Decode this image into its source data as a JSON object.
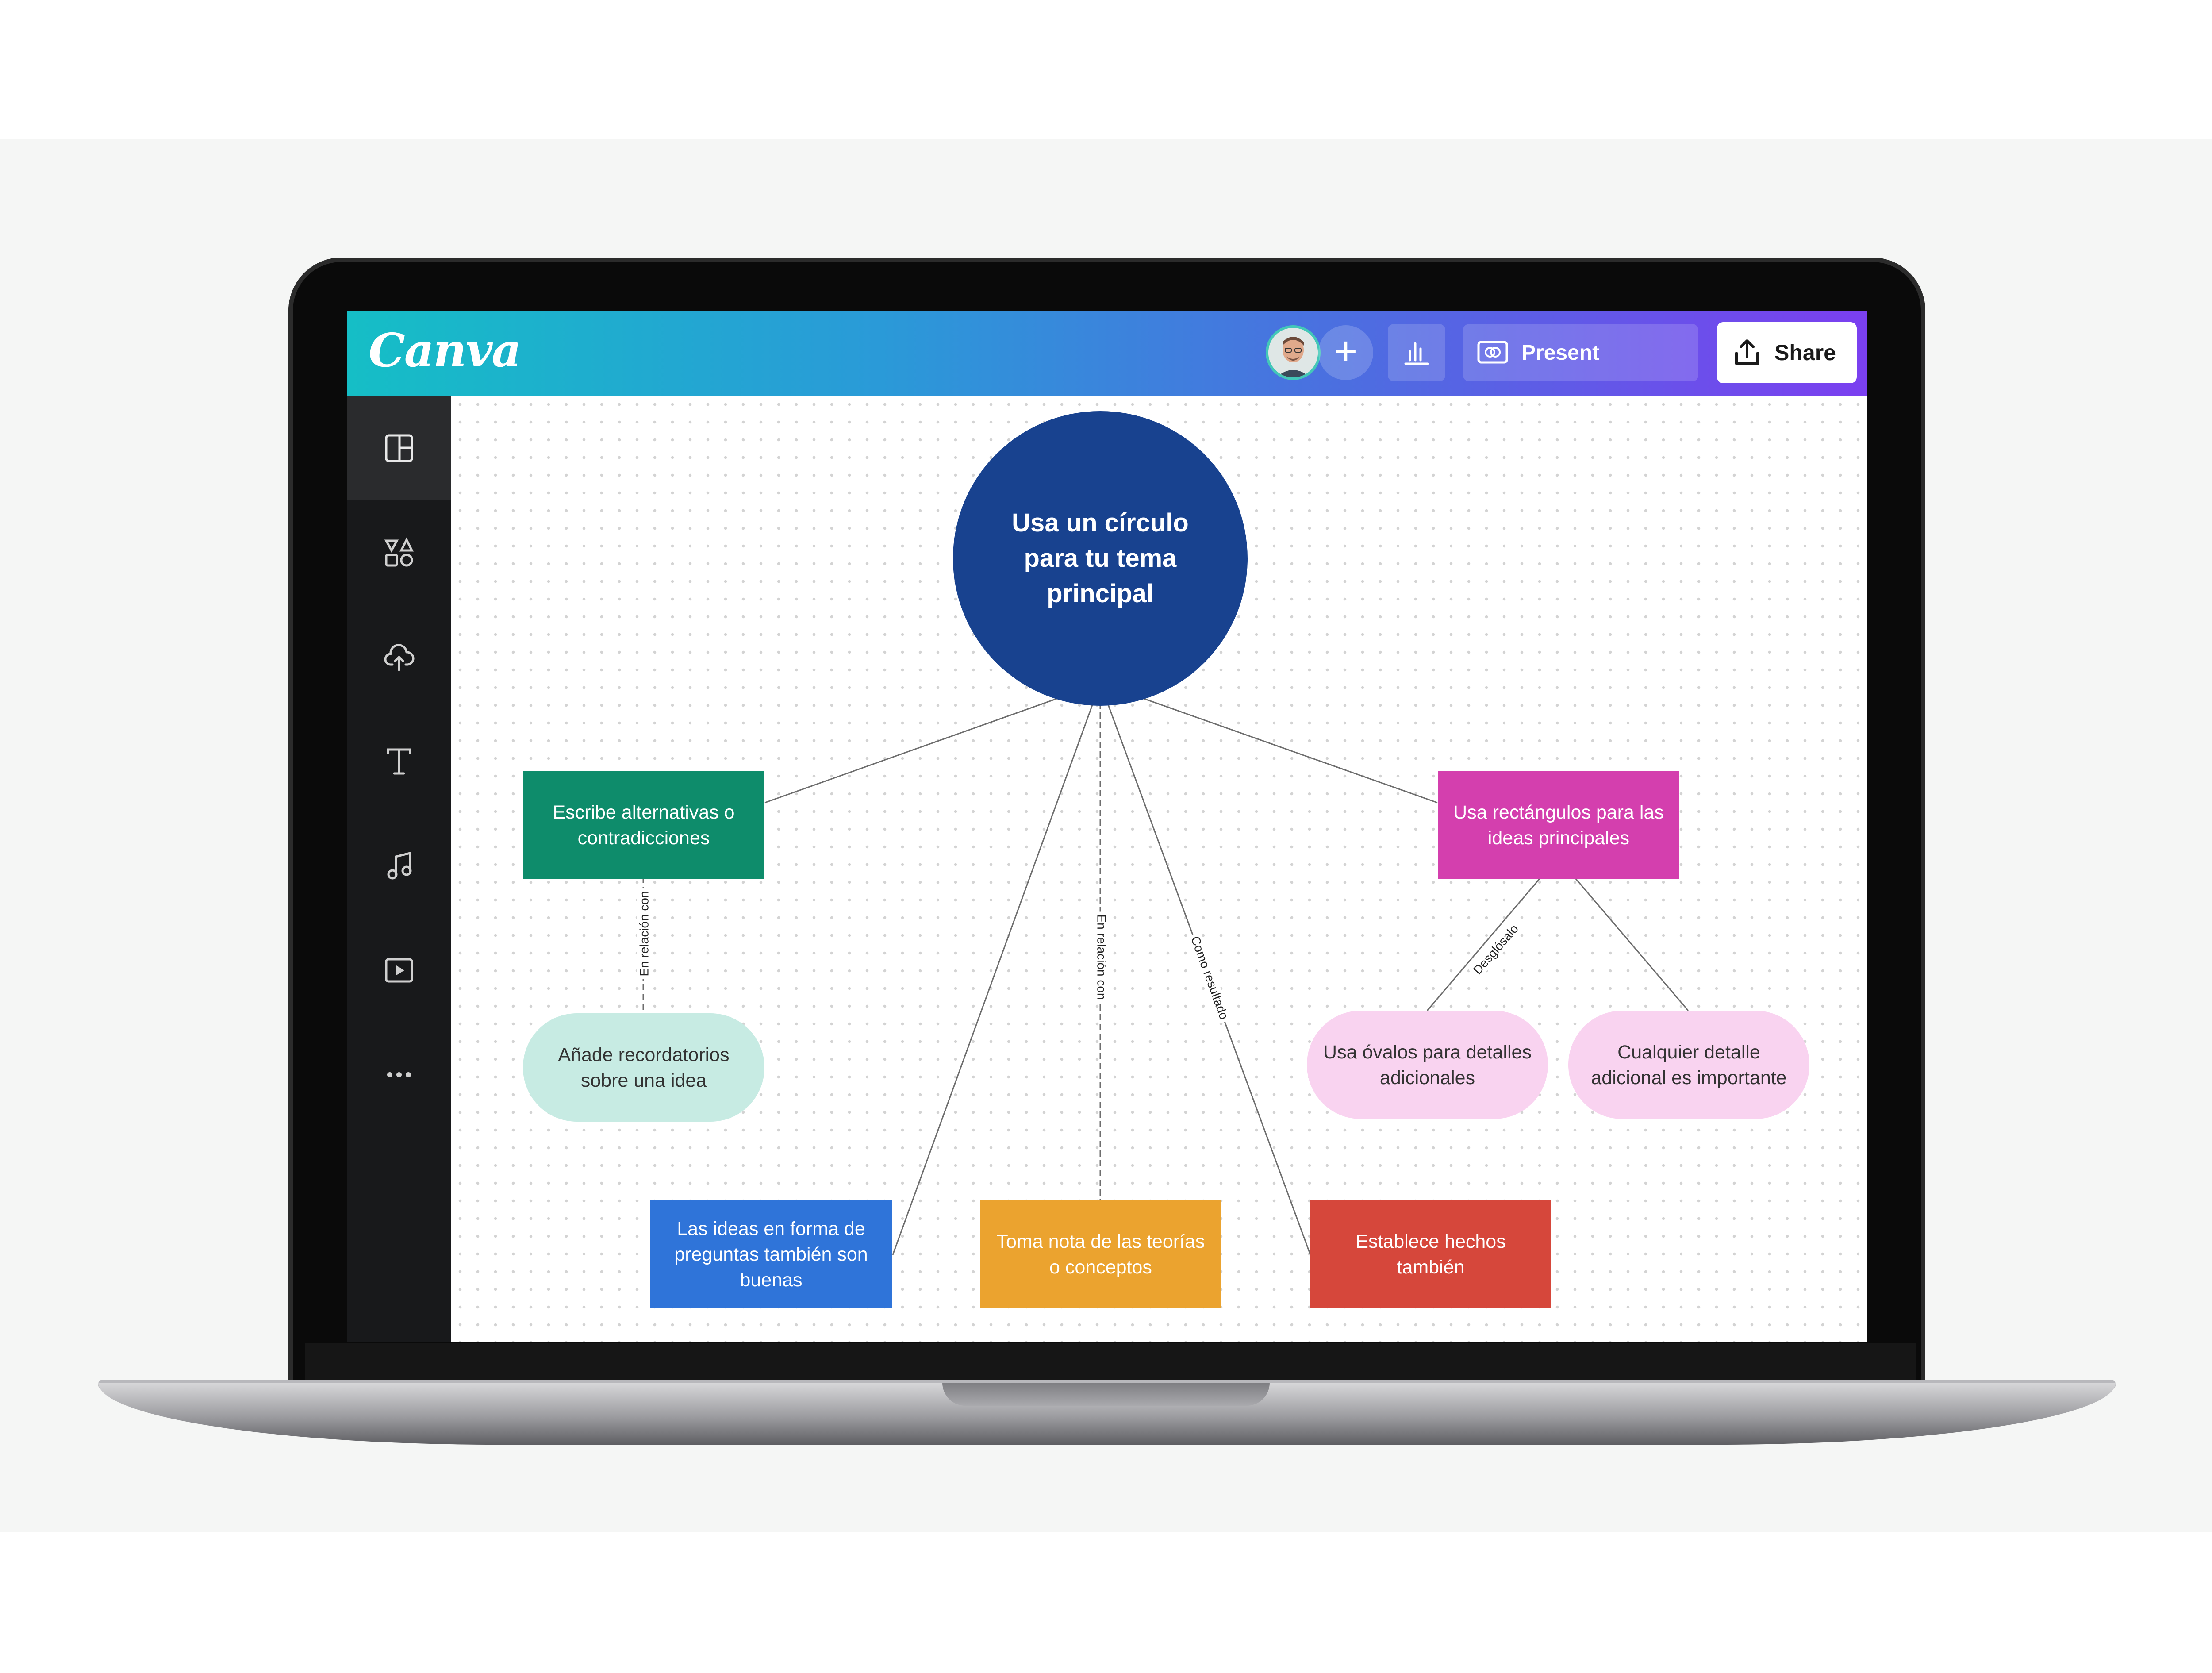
{
  "app": {
    "logo_text": "Canva",
    "toolbar": {
      "present_label": "Present",
      "share_label": "Share"
    },
    "colors": {
      "topbar_gradient_start": "#15bec6",
      "topbar_gradient_end": "#7b3ff0",
      "sidebar_bg": "#18191b"
    },
    "sidebar": {
      "items": [
        {
          "icon": "templates-icon",
          "active": true
        },
        {
          "icon": "elements-icon",
          "active": false
        },
        {
          "icon": "uploads-icon",
          "active": false
        },
        {
          "icon": "text-icon",
          "active": false
        },
        {
          "icon": "audio-icon",
          "active": false
        },
        {
          "icon": "videos-icon",
          "active": false
        },
        {
          "icon": "more-icon",
          "active": false
        }
      ]
    }
  },
  "mindmap": {
    "center": {
      "text": "Usa un círculo para tu tema principal",
      "color": "#18428f"
    },
    "nodes": {
      "alternativas": {
        "text": "Escribe alternativas o contradicciones",
        "color": "#0e8c6b"
      },
      "recordatorios": {
        "text": "Añade recordatorios sobre una idea",
        "color": "#c7ebe3"
      },
      "rectangulos": {
        "text": "Usa rectángulos para las ideas principales",
        "color": "#d43fae"
      },
      "ovalos": {
        "text": "Usa óvalos para detalles adicionales",
        "color": "#f9d3f0"
      },
      "cualquier": {
        "text": "Cualquier detalle adicional es importante",
        "color": "#f9d3f0"
      },
      "preguntas": {
        "text": "Las ideas en forma de preguntas también son buenas",
        "color": "#2f74d9"
      },
      "teorias": {
        "text": "Toma nota de las teorías o conceptos",
        "color": "#eba32f"
      },
      "hechos": {
        "text": "Establece hechos también",
        "color": "#d6473b"
      }
    },
    "connector_labels": {
      "en_relacion_left": "En relación con",
      "en_relacion_center": "En relación con",
      "como_resultado": "Como resultado",
      "desglosalo": "Desglósalo"
    }
  }
}
